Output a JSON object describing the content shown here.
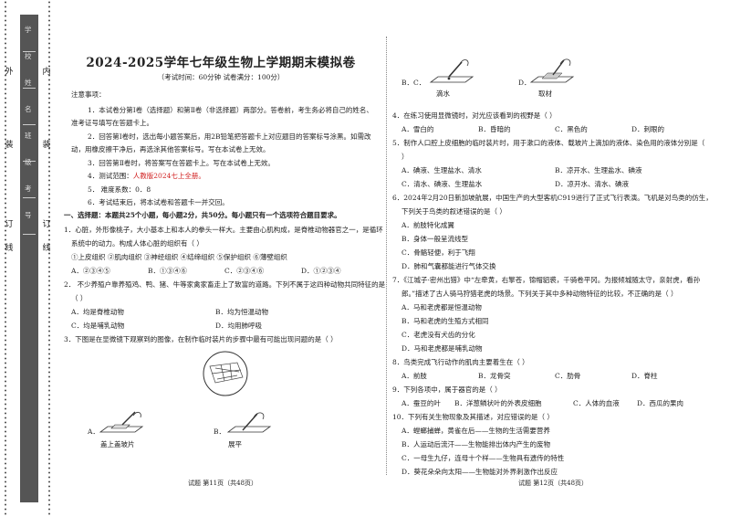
{
  "binding": {
    "left_chars": [
      "外",
      "装",
      "订",
      "线"
    ],
    "right_chars": [
      "内",
      "装",
      "订",
      "线"
    ],
    "fields": [
      "学",
      "校",
      "姓",
      "名",
      "班",
      "级",
      "考",
      "号"
    ]
  },
  "left": {
    "title": "2024-2025学年七年级生物上学期期末模拟卷",
    "subtitle": "（考试时间：60分钟    试卷满分：100分）",
    "notes_heading": "注意事项：",
    "notes": [
      "1．本试卷分第Ⅰ卷（选择题）和第Ⅱ卷（非选择题）两部分。答卷前，考生务必将自己的姓名、",
      "准考证号填写在答题卡上。",
      "2．回答第Ⅰ卷时，选出每小题答案后，用2B铅笔把答题卡上对应题目的答案标号涂黑。如需改",
      "动，用橡皮擦干净后，再选涂其他答案标号。写在本试卷上无效。",
      "3．回答第Ⅱ卷时，将答案写在答题卡上。写在本试卷上无效。",
      "5．   难度系数：0．8",
      "6．考试结束后，将本试卷和答题卡一并交回。"
    ],
    "note4_prefix": "4．测试范围：",
    "note4_red": "人教版2024七上全册。",
    "section": "一、选择题：本题共25个小题，每小题2分，共50分。每小题只有一个选项符合题目要求。",
    "q1": [
      "1．心脏，外形像桃子，大小基本上和本人的拳头一样大。主要由心肌构成，是脊椎动物器官之一，是循环",
      "系统中的动力。构成人体心脏的组织有（          ）",
      "①上皮组织  ②肌肉组织  ③神经组织  ④结缔组织  ⑤保护组织  ⑥薄壁组织"
    ],
    "q1_opts": [
      "A．②③④⑤",
      "B．①③④⑥",
      "C．②③④⑥",
      "D．①②③④"
    ],
    "q2": [
      "2．    不少养殖户靠养殖鸡、鸭、猪、牛等家禽家畜走上了致富的道路。下列不属于这四种动物共同特征的是",
      "（          ）"
    ],
    "q2_opts": [
      "A．均是脊椎动物",
      "B．均为恒温动物",
      "C．均是哺乳动物",
      "D．均用肺呼吸"
    ],
    "q3": "3．下图是在显微镜下观察到的图像，在制作临时装片的步骤中最有可能出现问题的是（          ）",
    "q3_labels": [
      "A．",
      "B．"
    ],
    "q3_cap": [
      "盖上盖玻片",
      "展平"
    ],
    "footer": "试题 第11页（共48页）"
  },
  "right": {
    "q3_labels": [
      "B．C．",
      "D．"
    ],
    "q3_cap": [
      "滴水",
      "取材"
    ],
    "q4": "4．在练习使用显微镜时，对光应该看到的视野是（          ）",
    "q4_opts": [
      "A．雪白的",
      "B．昏暗的",
      "C．黑色的",
      "D．刺眼的"
    ],
    "q5": [
      "5．制作人口腔上皮细胞的临时装片时，用于漱口的液体、载玻片上滴加的液体、染色用的液体分别是（",
      "）"
    ],
    "q5_opts": [
      "A．碘液、生理盐水、清水",
      "B．凉开水、生理盐水、碘液",
      "C．清水、碘液、生理盐水",
      "D．凉开水、清水、碘液"
    ],
    "q6": [
      "6．2024年2月20日新加坡航展，中国生产的大型客机C919进行了正式飞行表演。飞机是对鸟类的仿生，",
      "下列关于鸟类的叙述错误的是（          ）"
    ],
    "q6_opts": [
      "A．前肢特化成翼",
      "B．身体一般呈流线型",
      "C．骨骼轻便，利于飞翔",
      "D．肺和气囊都能进行气体交换"
    ],
    "q7": [
      "7．《江城子·密州出猎》中“左牵黄，右擎苍，锦帽貂裘，千骑卷平冈。为报倾城随太守，亲射虎，看孙",
      "郎。”描述了古人骑马狩猎老虎的场景。下列关于其中多种动物特征的比较，不正确的是（          ）"
    ],
    "q7_opts": [
      "A．马和老虎都是恒温动物",
      "B．马和老虎的生殖方式相同",
      "C．老虎没有犬齿的分化",
      "D．马和老虎都是哺乳动物"
    ],
    "q8": "8．鸟类完成飞行动作的肌肉主要着生在（          ）",
    "q8_opts": [
      "A．前肢",
      "B．龙骨突",
      "C．肋骨",
      "D．脊柱"
    ],
    "q9": "9．下列各项中，属于器官的是（          ）",
    "q9_opts": [
      "A．蚕豆的叶",
      "B．洋葱鳞状叶的外表皮细胞",
      "C．人体的血液",
      "D．西瓜的果肉"
    ],
    "q10": "10．下列有关生物现象及其描述，对应错误的是（          ）",
    "q10_opts": [
      "A．螳螂捕蝉，黄雀在后——生物的生活需要营养",
      "B．人运动后流汗——生物能排出体内产生的废物",
      "C．一母生九仔，连母十个样——生物具有遗传的特性",
      "D．葵花朵朵向太阳——生物能对外界刺激作出反应"
    ],
    "footer": "试题 第12页（共48页）"
  }
}
